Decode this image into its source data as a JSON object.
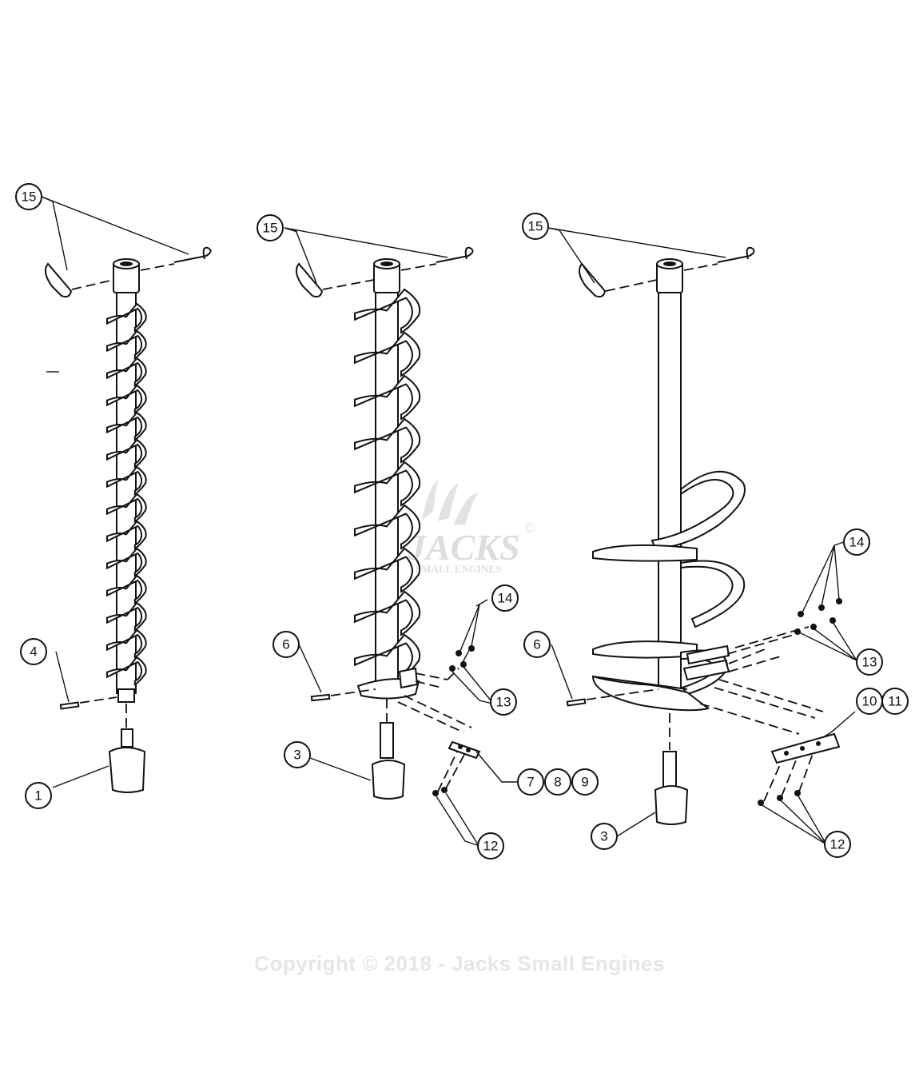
{
  "callouts": {
    "a1": "15",
    "a2": "4",
    "a3": "1",
    "b1": "15",
    "b2": "6",
    "b3": "3",
    "b4": "14",
    "b5": "13",
    "b6": "7",
    "b7": "8",
    "b8": "9",
    "b9": "12",
    "c1": "15",
    "c2": "6",
    "c3": "3",
    "c4": "14",
    "c5": "13",
    "c6": "10",
    "c7": "11",
    "c8": "12"
  },
  "watermark": {
    "brand": "JACKS",
    "sub": "SMALL ENGINES",
    "mark": "©"
  },
  "copyright": "Copyright © 2018 - Jacks Small Engines"
}
